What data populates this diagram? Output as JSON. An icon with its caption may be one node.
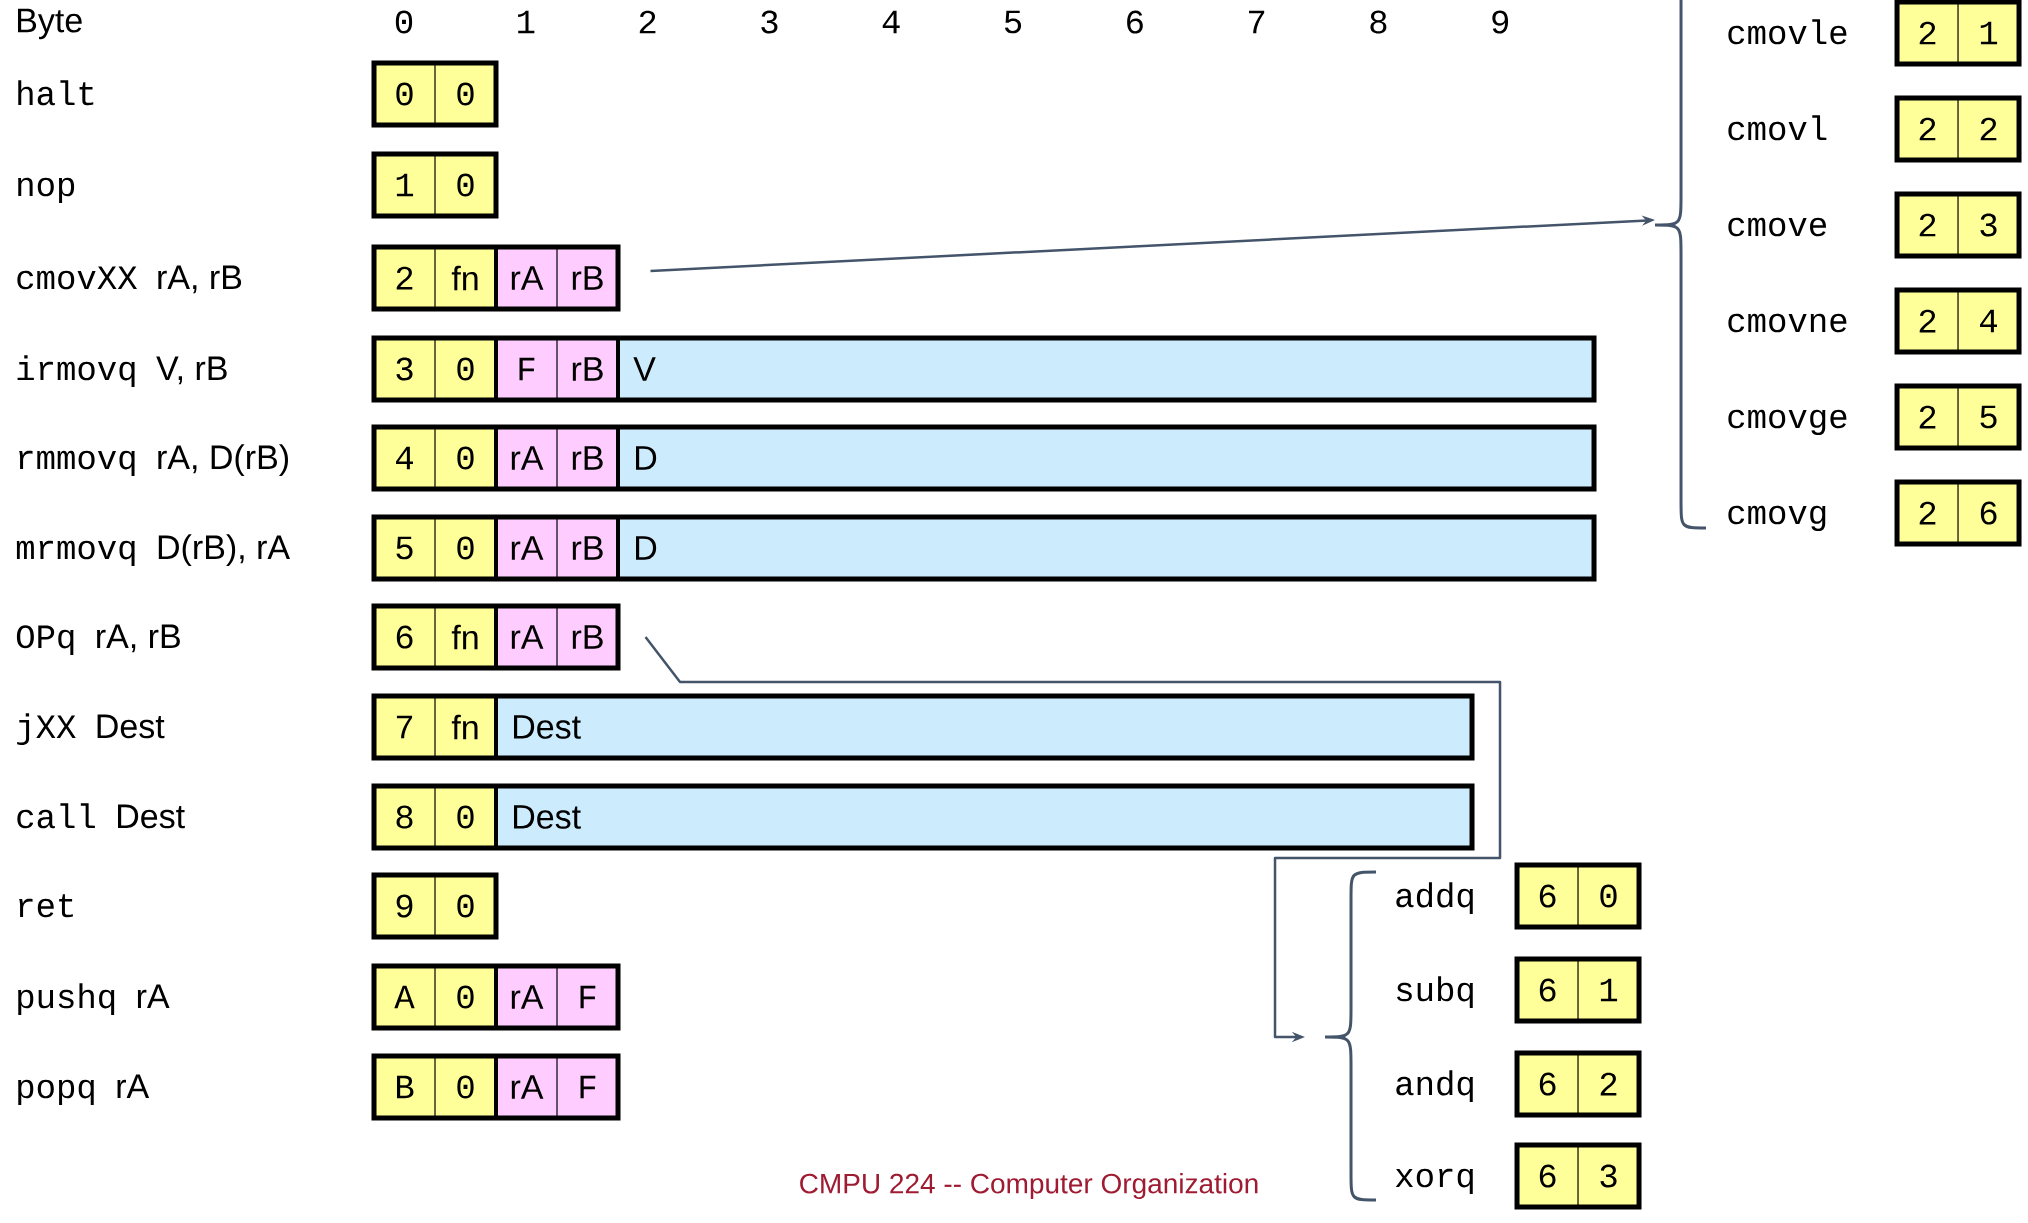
{
  "diagram": {
    "caption": "CMPU 224 -- Computer Organization",
    "nodes": [
      {
        "text": [
          "0",
          "0"
        ]
      },
      {
        "text": [
          "1",
          "0"
        ]
      },
      {
        "text": [
          "2",
          "fn",
          "rA",
          "rB"
        ]
      },
      {
        "text": [
          "3",
          "0",
          "F",
          "rB",
          "V"
        ]
      },
      {
        "text": [
          "4",
          "0",
          "rA",
          "rB",
          "D"
        ]
      },
      {
        "text": [
          "5",
          "0",
          "rA",
          "rB",
          "D"
        ]
      },
      {
        "text": [
          "6",
          "fn",
          "rA",
          "rB"
        ]
      },
      {
        "text": [
          "7",
          "fn",
          "Dest"
        ]
      },
      {
        "text": [
          "8",
          "0",
          "Dest"
        ]
      },
      {
        "text": [
          "9",
          "0"
        ]
      },
      {
        "text": [
          "A",
          "0",
          "rA",
          "F"
        ]
      },
      {
        "text": [
          "B",
          "0",
          "rA",
          "F"
        ]
      },
      {
        "text": [],
        "shape": "brace"
      },
      {
        "text": [
          "2",
          "1"
        ]
      },
      {
        "text": [
          "2",
          "2"
        ]
      },
      {
        "text": [
          "2",
          "3"
        ]
      },
      {
        "text": [
          "2",
          "4"
        ]
      },
      {
        "text": [
          "2",
          "5"
        ]
      },
      {
        "text": [
          "2",
          "6"
        ]
      },
      {
        "text": [],
        "shape": "brace"
      },
      {
        "text": [
          "6",
          "0"
        ]
      },
      {
        "text": [
          "6",
          "1"
        ]
      },
      {
        "text": [
          "6",
          "2"
        ]
      },
      {
        "text": [
          "6",
          "3"
        ]
      }
    ],
    "edges": [
      {
        "from": 2,
        "to": 12,
        "arrow": "to"
      },
      {
        "from": 6,
        "to": 19,
        "arrow": "to"
      }
    ],
    "labels": [
      "Byte",
      "0",
      "1",
      "2",
      "3",
      "4",
      "5",
      "6",
      "7",
      "8",
      "9",
      "halt",
      "nop",
      "cmovXX",
      "rA, rB",
      "irmovq",
      "V, rB",
      "rmmovq",
      "rA, D(rB)",
      "mrmovq",
      "D(rB), rA",
      "OPq",
      "rA, rB",
      "jXX",
      "Dest",
      "call",
      "Dest",
      "ret",
      "pushq",
      "rA",
      "popq",
      "rA",
      "cmovle",
      "cmovl",
      "cmove",
      "cmovne",
      "cmovge",
      "cmovg",
      "addq",
      "subq",
      "andq",
      "xorq"
    ]
  }
}
